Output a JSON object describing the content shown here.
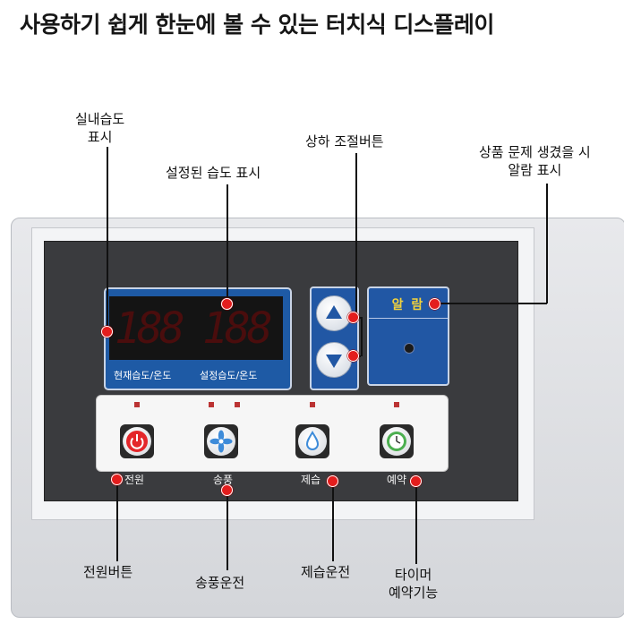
{
  "headline": "사용하기 쉽게 한눈에 볼 수 있는 터치식 디스플레이",
  "callouts": {
    "indoor_humidity": [
      "실내습도",
      "표시"
    ],
    "set_humidity": "설정된 습도 표시",
    "updown": "상하 조절버튼",
    "alarm": [
      "상품 문제 생겼을 시",
      "알람 표시"
    ],
    "power": "전원버튼",
    "fan": "송풍운전",
    "dehumid": "제습운전",
    "timer": [
      "타이머",
      "예약기능"
    ]
  },
  "display": {
    "current_digits": "188",
    "set_digits": "188",
    "current_label": "현재습도/온도",
    "set_label": "설정습도/온도",
    "alarm_label": "알 람"
  },
  "buttons": {
    "power": "전원",
    "fan": "송풍",
    "dehumid": "제습",
    "timer": "예약"
  },
  "colors": {
    "accent_red": "#e41d1d",
    "panel_blue": "#2157a4",
    "alarm_yellow": "#f2d23c",
    "power_red": "#e4262a",
    "fan_blue": "#3d8bd9",
    "timer_green": "#4caf50"
  }
}
